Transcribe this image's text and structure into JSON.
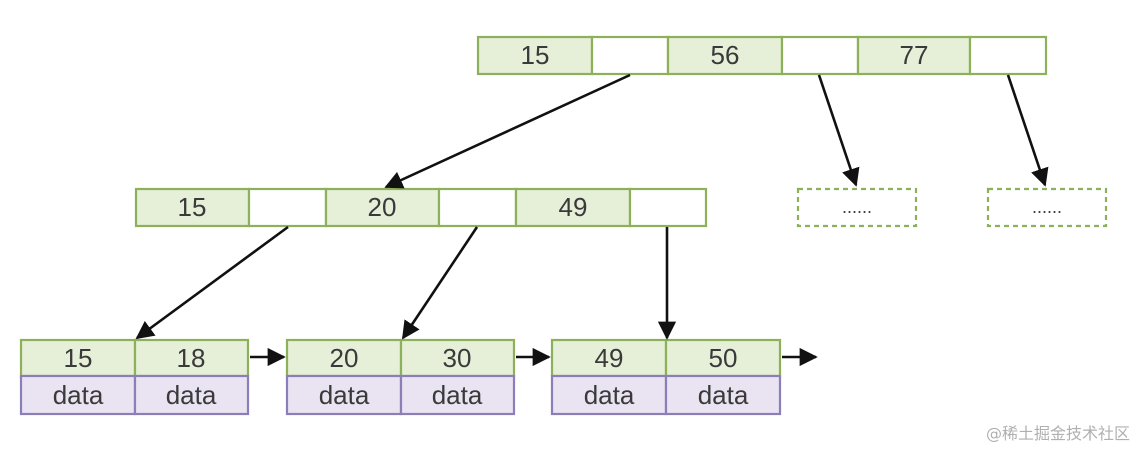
{
  "root": {
    "keys": [
      "15",
      "56",
      "77"
    ]
  },
  "internal": {
    "keys": [
      "15",
      "20",
      "49"
    ]
  },
  "stubs": [
    "......",
    "......"
  ],
  "leaves": [
    {
      "keys": [
        "15",
        "18"
      ],
      "data": [
        "data",
        "data"
      ]
    },
    {
      "keys": [
        "20",
        "30"
      ],
      "data": [
        "data",
        "data"
      ]
    },
    {
      "keys": [
        "49",
        "50"
      ],
      "data": [
        "data",
        "data"
      ]
    }
  ],
  "watermark": "@稀土掘金技术社区"
}
